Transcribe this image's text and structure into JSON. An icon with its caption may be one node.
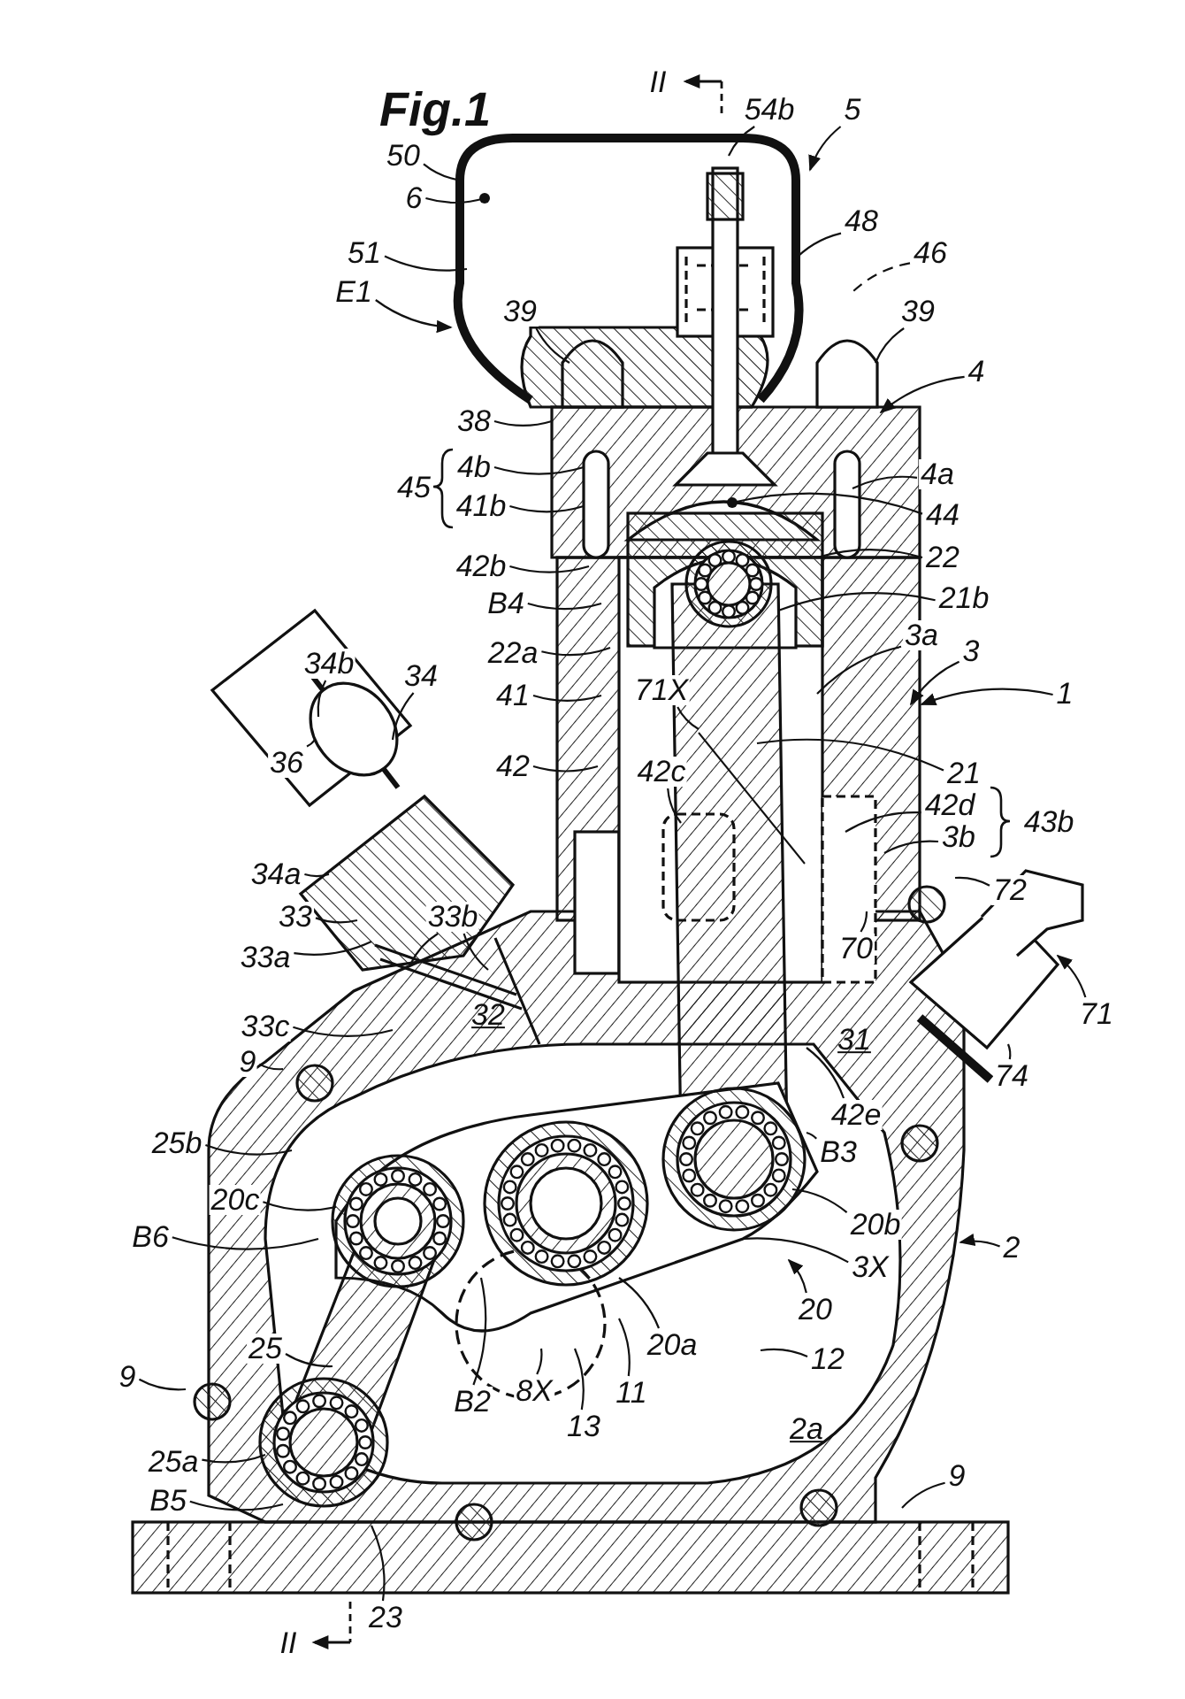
{
  "diagram": {
    "title": "Fig.1",
    "nodes": [
      {
        "text": [
          "54b"
        ]
      },
      {
        "text": [
          "5"
        ]
      },
      {
        "text": [
          "50"
        ]
      },
      {
        "text": [
          "6"
        ]
      },
      {
        "text": [
          "48"
        ]
      },
      {
        "text": [
          "51"
        ]
      },
      {
        "text": [
          "46"
        ]
      },
      {
        "text": [
          "E1"
        ]
      },
      {
        "text": [
          "39"
        ]
      },
      {
        "text": [
          "39"
        ]
      },
      {
        "text": [
          "38"
        ]
      },
      {
        "text": [
          "4a"
        ]
      },
      {
        "text": [
          "4b"
        ]
      },
      {
        "text": [
          "4"
        ]
      },
      {
        "text": [
          "41b"
        ]
      },
      {
        "text": [
          "44"
        ]
      },
      {
        "text": [
          "42b"
        ]
      },
      {
        "text": [
          "22"
        ]
      },
      {
        "text": [
          "B4"
        ]
      },
      {
        "text": [
          "21b"
        ]
      },
      {
        "text": [
          "22a"
        ]
      },
      {
        "text": [
          "3a"
        ]
      },
      {
        "text": [
          "3"
        ]
      },
      {
        "text": [
          "1"
        ]
      },
      {
        "text": [
          "41"
        ]
      },
      {
        "text": [
          "71X"
        ]
      },
      {
        "text": [
          "34b"
        ]
      },
      {
        "text": [
          "34"
        ]
      },
      {
        "text": [
          "42"
        ]
      },
      {
        "text": [
          "42c"
        ]
      },
      {
        "text": [
          "21"
        ]
      },
      {
        "text": [
          "36"
        ]
      },
      {
        "text": [
          "42d"
        ]
      },
      {
        "text": [
          "3b"
        ]
      },
      {
        "text": [
          "34a"
        ]
      },
      {
        "text": [
          "72"
        ]
      },
      {
        "text": [
          "33"
        ]
      },
      {
        "text": [
          "33b"
        ]
      },
      {
        "text": [
          "33a"
        ]
      },
      {
        "text": [
          "70"
        ]
      },
      {
        "text": [
          "71"
        ]
      },
      {
        "text": [
          "33c"
        ]
      },
      {
        "text": [
          "9"
        ]
      },
      {
        "text": [
          "74"
        ]
      },
      {
        "text": [
          "42e"
        ]
      },
      {
        "text": [
          "25b"
        ]
      },
      {
        "text": [
          "B3"
        ]
      },
      {
        "text": [
          "20c"
        ]
      },
      {
        "text": [
          "B6"
        ]
      },
      {
        "text": [
          "20b"
        ]
      },
      {
        "text": [
          "2"
        ]
      },
      {
        "text": [
          "3X"
        ]
      },
      {
        "text": [
          "20"
        ]
      },
      {
        "text": [
          "25"
        ]
      },
      {
        "text": [
          "20a"
        ]
      },
      {
        "text": [
          "12"
        ]
      },
      {
        "text": [
          "9"
        ]
      },
      {
        "text": [
          "8X"
        ]
      },
      {
        "text": [
          "B2"
        ]
      },
      {
        "text": [
          "11"
        ]
      },
      {
        "text": [
          "13"
        ]
      },
      {
        "text": [
          "25a"
        ]
      },
      {
        "text": [
          "9"
        ]
      },
      {
        "text": [
          "B5"
        ]
      },
      {
        "text": [
          "23"
        ]
      }
    ],
    "edges": [
      {
        "from": 0,
        "to": null,
        "arrow": "none"
      },
      {
        "from": 1,
        "to": null,
        "arrow": "to"
      },
      {
        "from": 2,
        "to": null,
        "arrow": "none"
      },
      {
        "from": 3,
        "to": null,
        "arrow": "other"
      },
      {
        "from": 4,
        "to": null,
        "arrow": "none"
      },
      {
        "from": 5,
        "to": null,
        "arrow": "none"
      },
      {
        "from": 6,
        "to": null,
        "arrow": "none",
        "style": "dashed"
      },
      {
        "from": 7,
        "to": null,
        "arrow": "to"
      },
      {
        "from": 8,
        "to": null,
        "arrow": "none"
      },
      {
        "from": 9,
        "to": null,
        "arrow": "none"
      },
      {
        "from": 10,
        "to": null,
        "arrow": "none"
      },
      {
        "from": 11,
        "to": null,
        "arrow": "none"
      },
      {
        "from": 12,
        "to": null,
        "arrow": "none"
      },
      {
        "from": 13,
        "to": null,
        "arrow": "to"
      },
      {
        "from": 14,
        "to": null,
        "arrow": "none"
      },
      {
        "from": 15,
        "to": null,
        "arrow": "other"
      },
      {
        "from": 16,
        "to": null,
        "arrow": "none"
      },
      {
        "from": 17,
        "to": null,
        "arrow": "none"
      },
      {
        "from": 18,
        "to": null,
        "arrow": "none"
      },
      {
        "from": 19,
        "to": null,
        "arrow": "none"
      },
      {
        "from": 20,
        "to": null,
        "arrow": "none"
      },
      {
        "from": 21,
        "to": null,
        "arrow": "none"
      },
      {
        "from": 22,
        "to": null,
        "arrow": "to"
      },
      {
        "from": 23,
        "to": null,
        "arrow": "to"
      },
      {
        "from": 24,
        "to": null,
        "arrow": "none"
      },
      {
        "from": 25,
        "to": null,
        "arrow": "none"
      },
      {
        "from": 26,
        "to": null,
        "arrow": "none"
      },
      {
        "from": 27,
        "to": null,
        "arrow": "none"
      },
      {
        "from": 28,
        "to": null,
        "arrow": "none"
      },
      {
        "from": 29,
        "to": null,
        "arrow": "none"
      },
      {
        "from": 30,
        "to": null,
        "arrow": "none"
      },
      {
        "from": 31,
        "to": null,
        "arrow": "none"
      },
      {
        "from": 32,
        "to": null,
        "arrow": "none"
      },
      {
        "from": 33,
        "to": null,
        "arrow": "none"
      },
      {
        "from": 34,
        "to": null,
        "arrow": "none"
      },
      {
        "from": 35,
        "to": null,
        "arrow": "none"
      },
      {
        "from": 36,
        "to": null,
        "arrow": "none"
      },
      {
        "from": 37,
        "to": null,
        "arrow": "none"
      },
      {
        "from": 38,
        "to": null,
        "arrow": "none"
      },
      {
        "from": 39,
        "to": null,
        "arrow": "none"
      },
      {
        "from": 40,
        "to": null,
        "arrow": "to"
      },
      {
        "from": 41,
        "to": null,
        "arrow": "none"
      },
      {
        "from": 42,
        "to": null,
        "arrow": "none"
      },
      {
        "from": 43,
        "to": null,
        "arrow": "none"
      },
      {
        "from": 44,
        "to": null,
        "arrow": "none"
      },
      {
        "from": 45,
        "to": null,
        "arrow": "none"
      },
      {
        "from": 46,
        "to": null,
        "arrow": "none"
      },
      {
        "from": 47,
        "to": null,
        "arrow": "none"
      },
      {
        "from": 48,
        "to": null,
        "arrow": "none"
      },
      {
        "from": 49,
        "to": null,
        "arrow": "none"
      },
      {
        "from": 50,
        "to": null,
        "arrow": "to"
      },
      {
        "from": 51,
        "to": null,
        "arrow": "none"
      },
      {
        "from": 52,
        "to": null,
        "arrow": "to"
      },
      {
        "from": 53,
        "to": null,
        "arrow": "none"
      },
      {
        "from": 54,
        "to": null,
        "arrow": "none"
      },
      {
        "from": 55,
        "to": null,
        "arrow": "none"
      },
      {
        "from": 56,
        "to": null,
        "arrow": "none"
      },
      {
        "from": 57,
        "to": null,
        "arrow": "none"
      },
      {
        "from": 58,
        "to": null,
        "arrow": "none"
      },
      {
        "from": 59,
        "to": null,
        "arrow": "none"
      },
      {
        "from": 60,
        "to": null,
        "arrow": "none"
      },
      {
        "from": 61,
        "to": null,
        "arrow": "none"
      },
      {
        "from": 62,
        "to": null,
        "arrow": "none"
      },
      {
        "from": 63,
        "to": null,
        "arrow": "none"
      },
      {
        "from": 64,
        "to": null,
        "arrow": "none"
      },
      {
        "from": 37,
        "to": null,
        "arrow": "none"
      }
    ],
    "labels": [
      "II",
      "45",
      "43b",
      "32",
      "31",
      "2a",
      "II"
    ]
  }
}
